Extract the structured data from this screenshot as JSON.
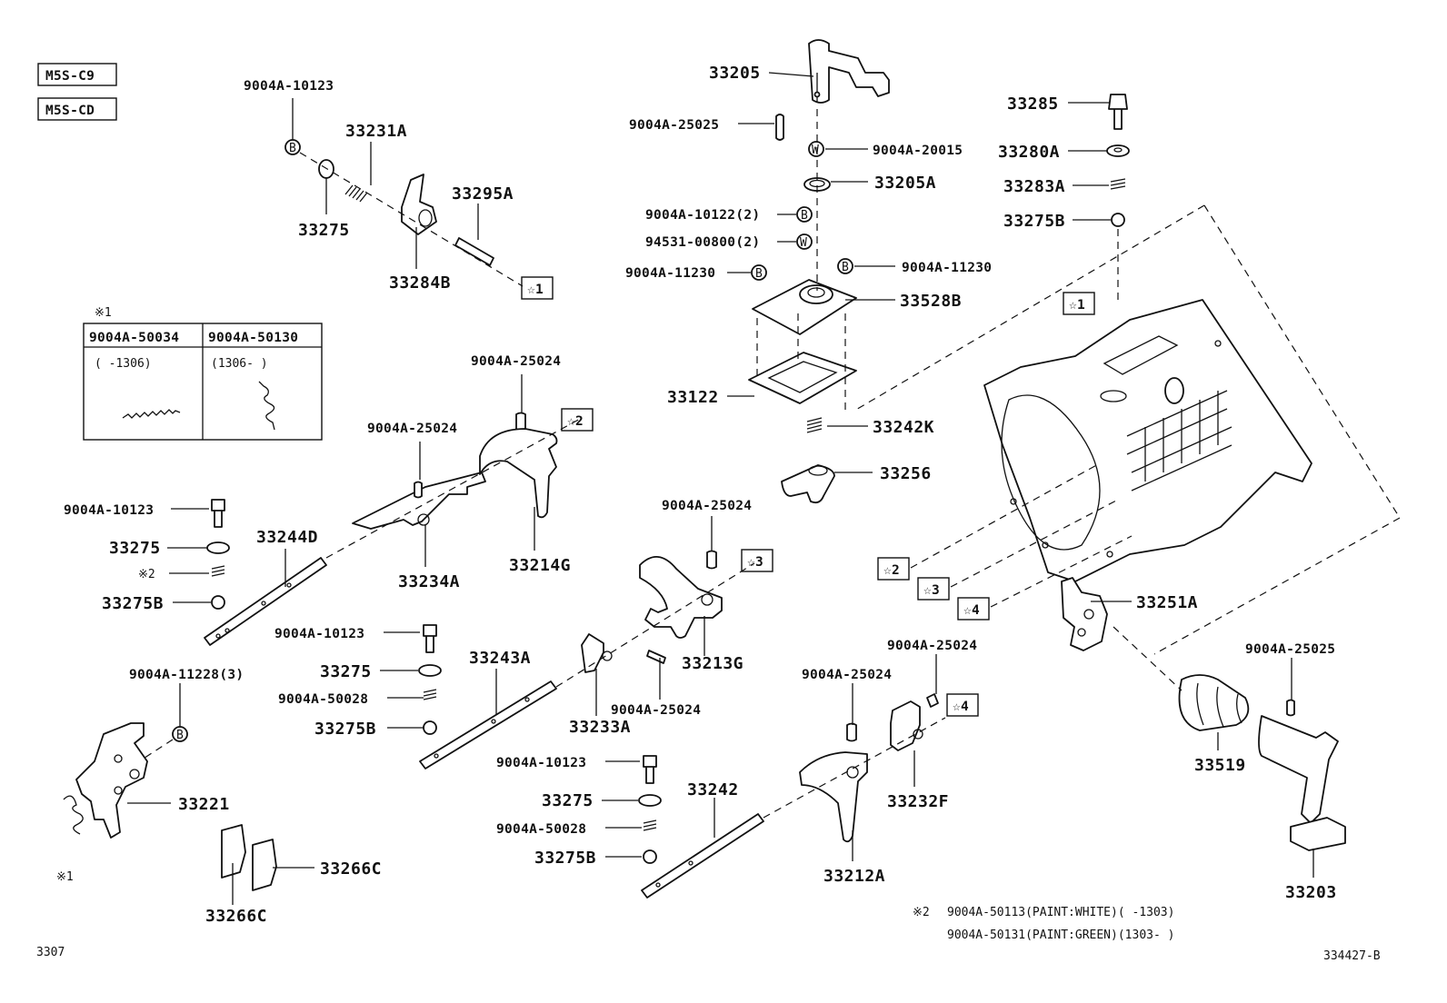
{
  "models": [
    "M5S-C9",
    "M5S-CD"
  ],
  "notes": {
    "note1_mark": "※1",
    "note1_col1_part": "9004A-50034",
    "note1_col2_part": "9004A-50130",
    "note1_col1_range": "(      -1306)",
    "note1_col2_range": "(1306-       )",
    "note2_mark": "※2",
    "note2_line1": "9004A-50113(PAINT:WHITE)(      -1303)",
    "note2_line2": "9004A-50131(PAINT:GREEN)(1303-      )"
  },
  "refs": {
    "r1": "☆1",
    "r2": "☆2",
    "r3": "☆3",
    "r4": "☆4",
    "x1": "※1",
    "x2": "※2",
    "washer_b": "B",
    "washer_w": "W"
  },
  "labels": {
    "p33205": "33205",
    "p9004A_25025_top": "9004A-25025",
    "p9004A_20015": "9004A-20015",
    "p33205A": "33205A",
    "p9004A_10122": "9004A-10122(2)",
    "p94531": "94531-00800(2)",
    "p9004A_11230_l": "9004A-11230",
    "p9004A_11230_r": "9004A-11230",
    "p33528B": "33528B",
    "p33122": "33122",
    "p33242K": "33242K",
    "p33256": "33256",
    "p33285": "33285",
    "p33280A": "33280A",
    "p33283A": "33283A",
    "p33275B_tr": "33275B",
    "p9004A_10123_top": "9004A-10123",
    "p33231A": "33231A",
    "p33275_top": "33275",
    "p33295A": "33295A",
    "p33284B": "33284B",
    "p9004A_25024_a": "9004A-25024",
    "p9004A_25024_b": "9004A-25024",
    "p9004A_10123_l": "9004A-10123",
    "p33275_l": "33275",
    "p33275B_l": "33275B",
    "p33244D": "33244D",
    "p33234A": "33234A",
    "p33214G": "33214G",
    "p9004A_25024_c": "9004A-25024",
    "p33213G": "33213G",
    "p9004A_10123_m": "9004A-10123",
    "p33275_m": "33275",
    "p9004A_50028_m": "9004A-50028",
    "p33275B_m": "33275B",
    "p33243A": "33243A",
    "p9004A_25024_d": "9004A-25024",
    "p33233A": "33233A",
    "p9004A_11228": "9004A-11228(3)",
    "p33221": "33221",
    "p33266C_r": "33266C",
    "p33266C_b": "33266C",
    "p9004A_10123_b": "9004A-10123",
    "p33275_b": "33275",
    "p9004A_50028_b": "9004A-50028",
    "p33275B_b": "33275B",
    "p33242": "33242",
    "p9004A_25024_e": "9004A-25024",
    "p9004A_25024_f": "9004A-25024",
    "p33212A": "33212A",
    "p33232F": "33232F",
    "p33251A": "33251A",
    "p9004A_25025_r": "9004A-25025",
    "p33519": "33519",
    "p33203": "33203"
  },
  "footer": {
    "page_code": "3307",
    "figure_code": "334427-B"
  }
}
